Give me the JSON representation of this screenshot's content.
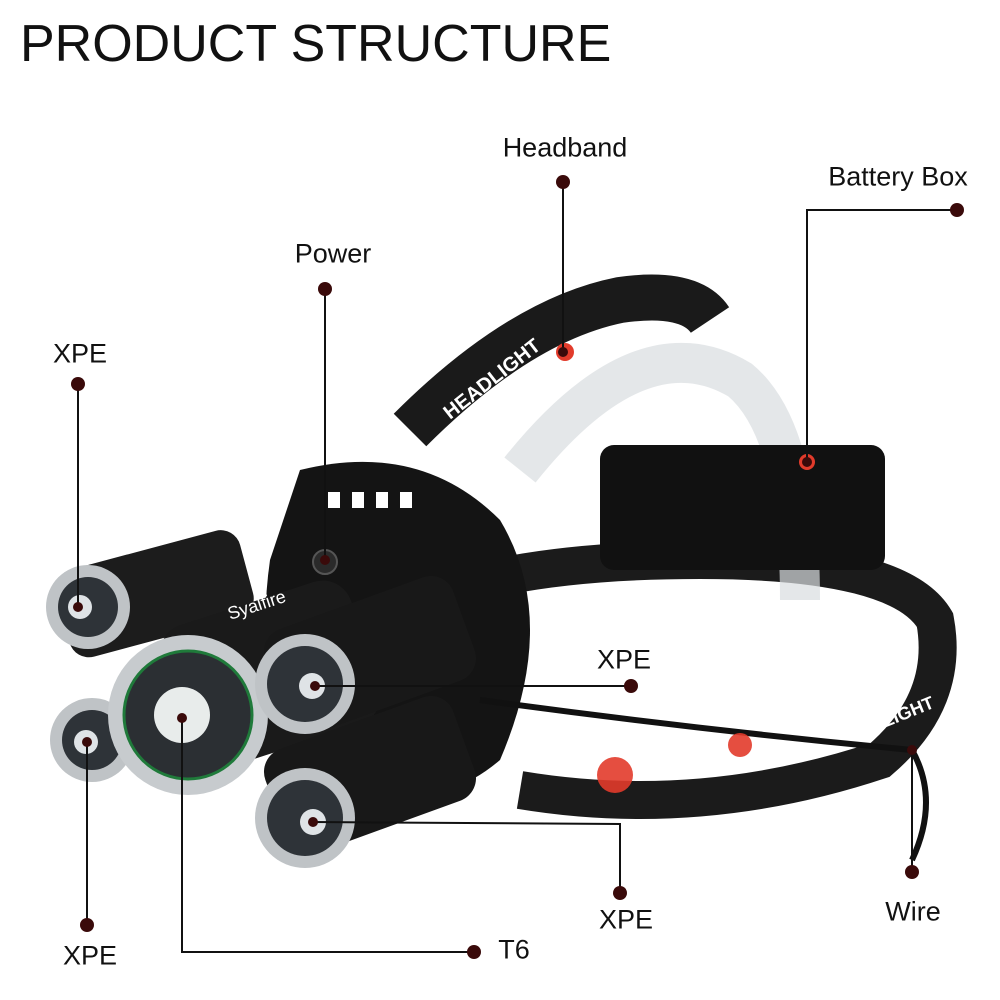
{
  "title": "PRODUCT STRUCTURE",
  "brand_mark": "Syalfire",
  "band_text": [
    "HEADLIGHT",
    "LED HEADLIGHT"
  ],
  "dot_color": "#3a0a0a",
  "labels": {
    "headband": "Headband",
    "battery_box": "Battery Box",
    "power": "Power",
    "xpe_top_left": "XPE",
    "xpe_right_upper": "XPE",
    "xpe_bottom_middle": "XPE",
    "xpe_bottom_left": "XPE",
    "t6": "T6",
    "wire": "Wire"
  }
}
